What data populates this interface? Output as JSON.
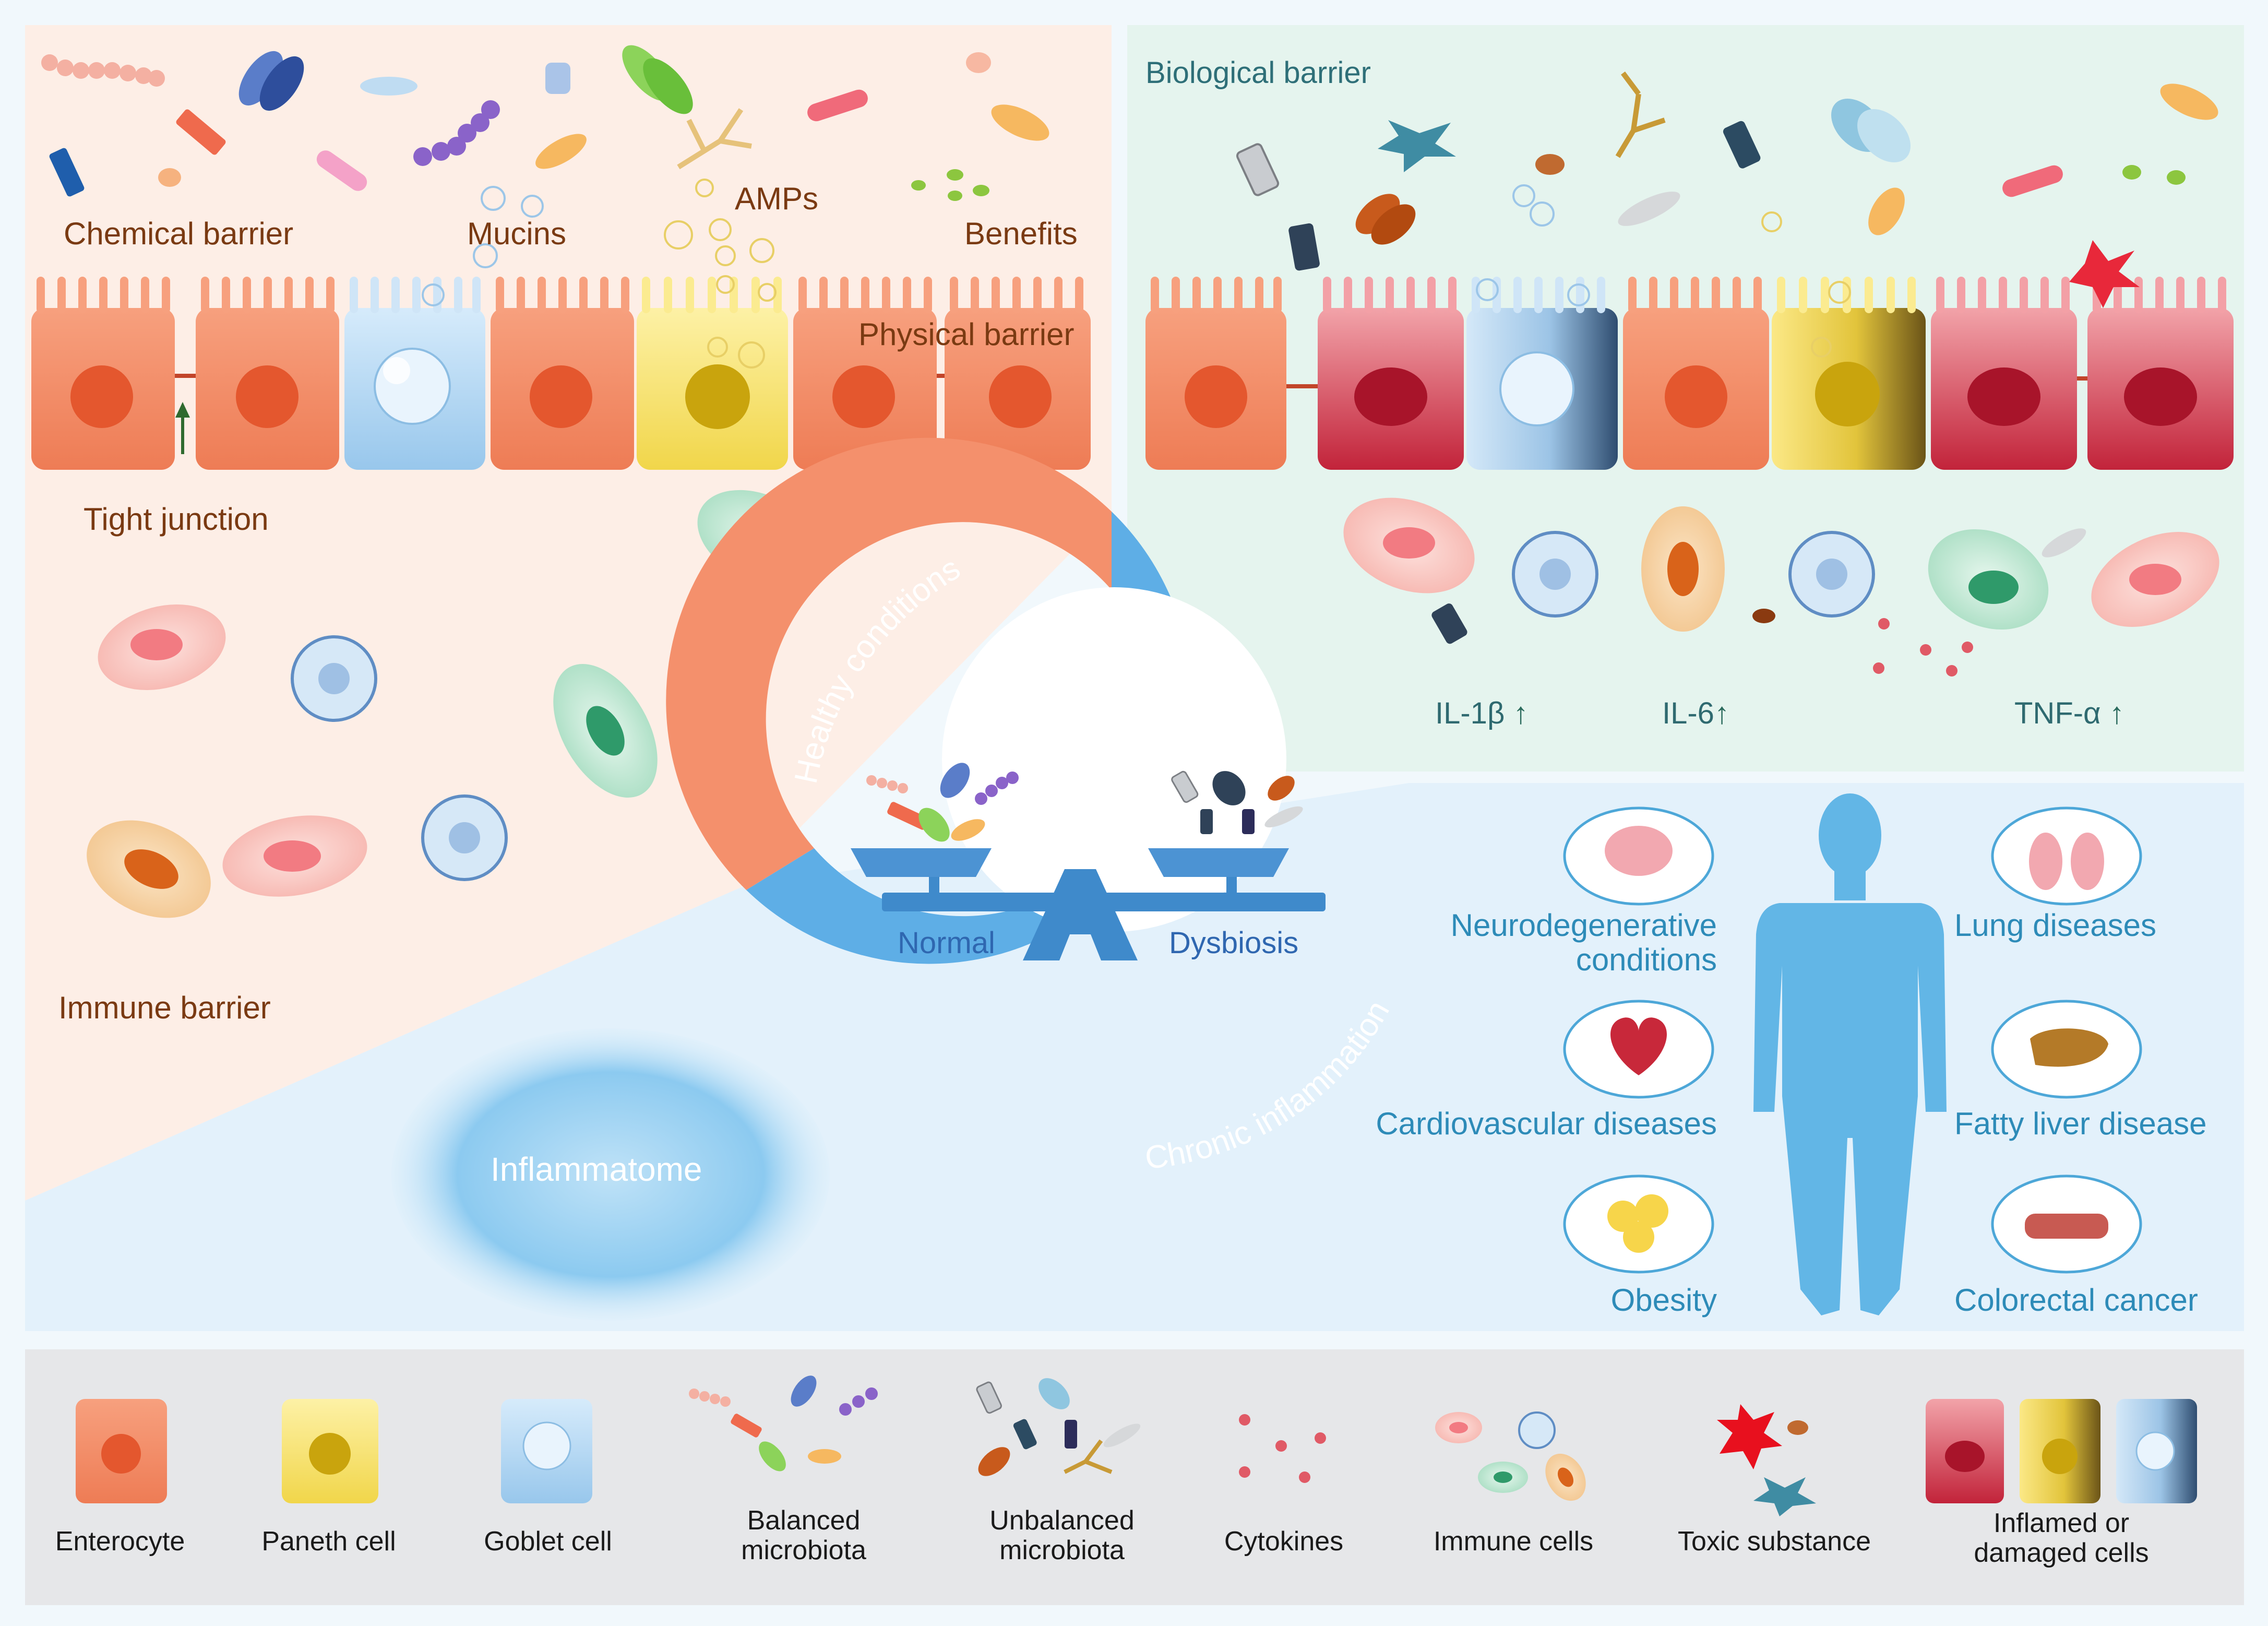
{
  "left_panel": {
    "labels": {
      "chemical_barrier": "Chemical barrier",
      "mucins": "Mucins",
      "amps": "AMPs",
      "benefits": "Benefits",
      "physical_barrier": "Physical barrier",
      "tight_junction": "Tight junction",
      "immune_barrier": "Immune barrier"
    }
  },
  "right_panel": {
    "biological_barrier": "Biological barrier",
    "cytokines": [
      {
        "name": "IL-1β",
        "arrow": "↑"
      },
      {
        "name": "IL-6",
        "arrow": "↑"
      },
      {
        "name": "TNF-α",
        "arrow": "↑"
      }
    ]
  },
  "center": {
    "ring_top": "Healthy conditions",
    "ring_bottom": "Chronic inflammation",
    "scale_left": "Normal",
    "scale_right": "Dysbiosis"
  },
  "inflammatome": "Inflammatome",
  "diseases": {
    "left": [
      {
        "label": "Neurodegenerative\nconditions",
        "icon": "brain-icon"
      },
      {
        "label": "Cardiovascular diseases",
        "icon": "heart-icon"
      },
      {
        "label": "Obesity",
        "icon": "fat-cells-icon"
      }
    ],
    "right": [
      {
        "label": "Lung diseases",
        "icon": "lungs-icon"
      },
      {
        "label": "Fatty liver disease",
        "icon": "liver-icon"
      },
      {
        "label": "Colorectal cancer",
        "icon": "colon-icon"
      }
    ]
  },
  "legend": [
    {
      "label": "Enterocyte"
    },
    {
      "label": "Paneth cell"
    },
    {
      "label": "Goblet cell"
    },
    {
      "label": "Balanced\nmicrobiota"
    },
    {
      "label": "Unbalanced\nmicrobiota"
    },
    {
      "label": "Cytokines"
    },
    {
      "label": "Immune cells"
    },
    {
      "label": "Toxic substance"
    },
    {
      "label": "Inflamed or\ndamaged cells"
    }
  ],
  "colors": {
    "enterocyte": "#f28a63",
    "paneth": "#f3d94e",
    "goblet": "#a9d2f0",
    "inflamed": "#c8283a",
    "ring_orange": "#f4906c",
    "ring_blue": "#5eaee6",
    "body_silhouette": "#62b6e6"
  }
}
